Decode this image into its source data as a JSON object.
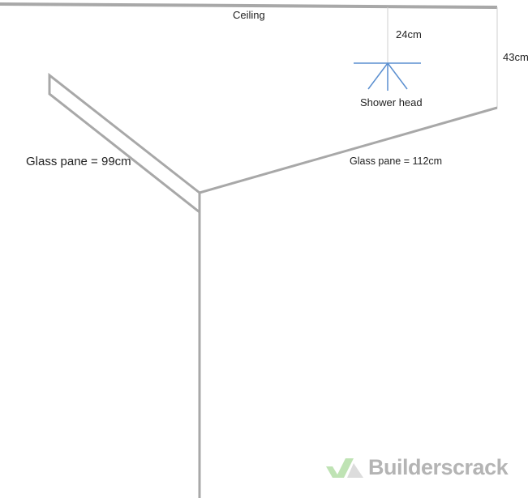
{
  "labels": {
    "ceiling": "Ceiling",
    "shower_drop": "24cm",
    "wall_drop": "43cm",
    "shower_head": "Shower head",
    "pane_left": "Glass pane = 99cm",
    "pane_right": "Glass pane = 112cm"
  },
  "watermark": {
    "text": "Builderscrack"
  },
  "colors": {
    "structure": "#a8a8a8",
    "shower": "#5b8fd0",
    "dimension": "#c8c8c8",
    "logo_green": "#bfe3b4"
  }
}
